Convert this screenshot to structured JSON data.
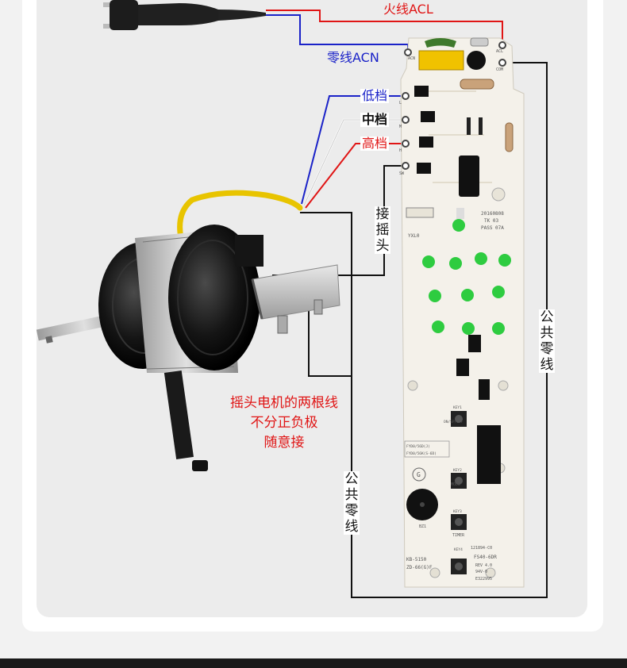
{
  "labels": {
    "live": "火线ACL",
    "neutral_in": "零线ACN",
    "low": "低档",
    "mid": "中档",
    "high": "高档",
    "oscillate": "接摇头",
    "common_right": "公共零线",
    "common_left": "公共零线",
    "note_lines": [
      "摇头电机的两根线",
      "不分正负极",
      "随意接"
    ]
  },
  "pcb_text": {
    "pins": [
      "ACN",
      "ACL",
      "COM",
      "L",
      "M",
      "H",
      "SW"
    ],
    "date": "20160808",
    "tk": "TK 03",
    "pass": "PASS 07A",
    "brand": "YXL0",
    "keys": [
      "ON/SP/OFF",
      "MODE",
      "TIMER"
    ],
    "key_ids": [
      "KEY1",
      "KEY2",
      "KEY3",
      "KEY4"
    ],
    "model_a": "KB-5150",
    "model_b": "ZD-66(G)F",
    "board_id": "121894-C0",
    "board_model": "FS40-6DR",
    "rev": "REV 4.0",
    "cert": "94V-0",
    "ul": "E322995",
    "fy_text": [
      "FYD0/56D(J)",
      "FYD0/56K(S-6D)"
    ],
    "bz": "BZ1",
    "g_mark": "G"
  },
  "colors": {
    "live_wire": "#e01515",
    "neutral_wire": "#1a22c8",
    "common_wire": "#111111",
    "low_wire": "#1a22c8",
    "mid_wire": "#ffffff",
    "high_wire": "#e01515",
    "pcb": "#f4f1ea",
    "led": "#2ecc40"
  }
}
